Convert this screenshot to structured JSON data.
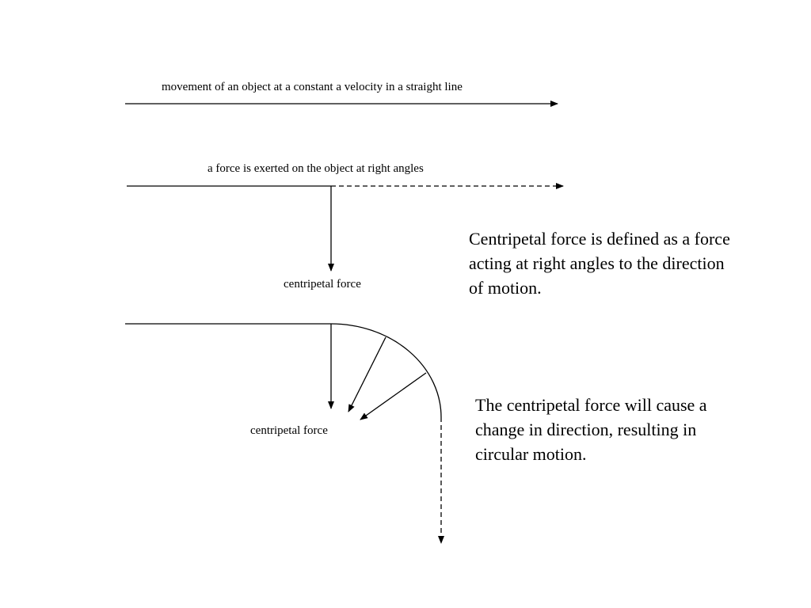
{
  "labels": {
    "straight_line": "movement of an object at a constant a velocity in a straight line",
    "force_exerted": "a force is exerted on the object at right angles",
    "centripetal_1": "centripetal force",
    "centripetal_2": "centripetal force"
  },
  "text_blocks": {
    "definition": "Centripetal force is defined as a force acting at right angles to the direction of motion.",
    "effect": "The centripetal force will cause a change in direction, resulting in circular motion."
  },
  "colors": {
    "stroke": "#000000",
    "background": "#ffffff"
  }
}
